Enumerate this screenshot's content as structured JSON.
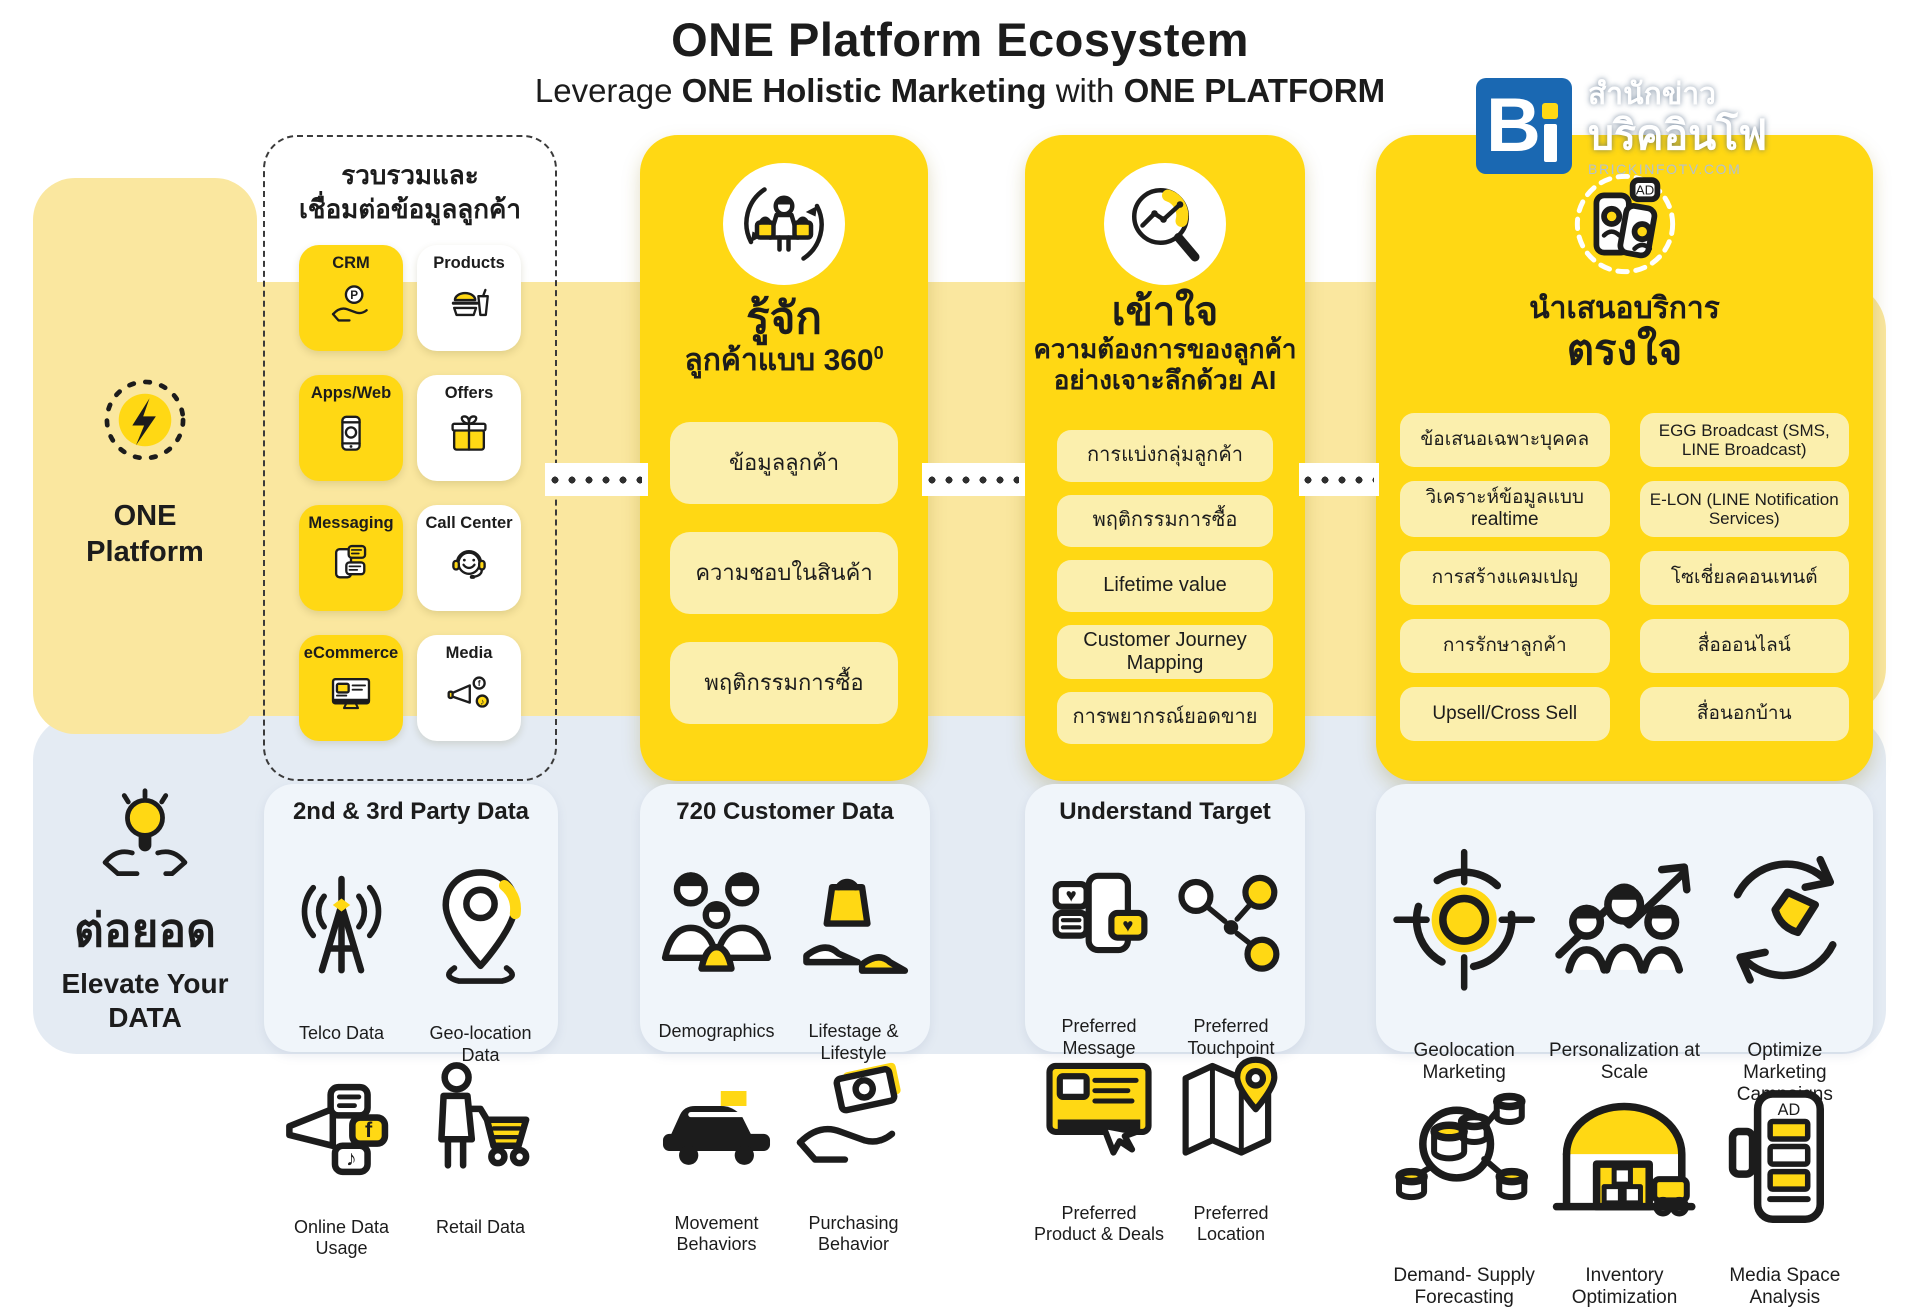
{
  "header": {
    "title": "ONE Platform Ecosystem",
    "sub_1": "Leverage ",
    "sub_2": "ONE Holistic Marketing",
    "sub_3": " with ",
    "sub_4": "ONE PLATFORM"
  },
  "logo": {
    "mark_letter": "B",
    "name_line1": "สำนักข่าว",
    "name_line2": "บริคอินโฟ",
    "site": "BRICKINFOTV.COM"
  },
  "left_panel": {
    "line1": "ONE",
    "line2": "Platform",
    "icon": "lightning-icon"
  },
  "collect_box": {
    "title1": "รวบรวมและ",
    "title2": "เชื่อมต่อข้อมูลลูกค้า",
    "tiles": [
      {
        "label": "CRM",
        "icon": "crm-coin-hand-icon"
      },
      {
        "label": "Products",
        "icon": "burger-drink-icon"
      },
      {
        "label": "Apps/Web",
        "icon": "mobile-app-icon"
      },
      {
        "label": "Offers",
        "icon": "gift-icon"
      },
      {
        "label": "Messaging",
        "icon": "chat-messages-icon"
      },
      {
        "label": "Call Center",
        "icon": "headset-agent-icon"
      },
      {
        "label": "eCommerce",
        "icon": "ecommerce-screen-icon"
      },
      {
        "label": "Media",
        "icon": "media-megaphone-icon"
      }
    ]
  },
  "col_know": {
    "icon": "shopper-360-icon",
    "title": "รู้จัก",
    "subtitle": "ลูกค้าแบบ 360",
    "subtitle_sup": "0",
    "buttons": [
      "ข้อมูลลูกค้า",
      "ความชอบในสินค้า",
      "พฤติกรรมการซื้อ"
    ]
  },
  "col_understand": {
    "icon": "magnifier-chart-icon",
    "title": "เข้าใจ",
    "subtitle1": "ความต้องการของลูกค้า",
    "subtitle2": "อย่างเจาะลึกด้วย AI",
    "buttons": [
      "การแบ่งกลุ่มลูกค้า",
      "พฤติกรรมการซื้อ",
      "Lifetime value",
      "Customer Journey Mapping",
      "การพยากรณ์ยอดขาย"
    ]
  },
  "col_present": {
    "icon": "promo-phone-icon",
    "title": "นำเสนอบริการ",
    "subtitle": "ตรงใจ",
    "buttons_left": [
      "ข้อเสนอเฉพาะบุคคล",
      "วิเคราะห์ข้อมูลแบบ realtime",
      "การสร้างแคมเปญ",
      "การรักษาลูกค้า",
      "Upsell/Cross Sell"
    ],
    "buttons_right": [
      "EGG Broadcast (SMS, LINE Broadcast)",
      "E-LON (LINE Notification Services)",
      "โซเชี่ยลคอนเทนต์",
      "สื่อออนไลน์",
      "สื่อนอกบ้าน"
    ]
  },
  "elevate": {
    "thai": "ต่อยอด",
    "en_line1": "Elevate Your",
    "en_line2": "DATA",
    "icon": "bulb-hands-icon"
  },
  "group_party": {
    "heading": "2nd & 3rd Party Data",
    "items": [
      {
        "label": "Telco Data",
        "icon": "telco-antenna-icon"
      },
      {
        "label": "Geo-location Data",
        "icon": "geo-pin-icon"
      },
      {
        "label": "Online Data Usage",
        "icon": "online-social-icon"
      },
      {
        "label": "Retail Data",
        "icon": "retail-cart-icon"
      }
    ]
  },
  "group_customer": {
    "heading": "720 Customer Data",
    "items": [
      {
        "label": "Demographics",
        "icon": "family-icon"
      },
      {
        "label": "Lifestage & Lifestyle",
        "icon": "lifestage-icon"
      },
      {
        "label": "Movement Behaviors",
        "icon": "movement-car-icon"
      },
      {
        "label": "Purchasing Behavior",
        "icon": "purchasing-icon"
      }
    ]
  },
  "group_target": {
    "heading": "Understand Target",
    "items": [
      {
        "label": "Preferred Message",
        "icon": "preferred-message-icon"
      },
      {
        "label": "Preferred Touchpoint",
        "icon": "touchpoint-icon"
      },
      {
        "label": "Preferred Product & Deals",
        "icon": "product-screen-icon"
      },
      {
        "label": "Preferred Location",
        "icon": "map-pin-icon"
      }
    ]
  },
  "group_activation": {
    "items": [
      {
        "label": "Geolocation Marketing",
        "icon": "target-icon"
      },
      {
        "label": "Personalization at Scale",
        "icon": "people-growth-icon"
      },
      {
        "label": "Optimize Marketing Campaigns",
        "icon": "refresh-icon"
      },
      {
        "label": "Demand- Supply Forecasting",
        "icon": "data-network-icon"
      },
      {
        "label": "Inventory Optimization",
        "icon": "warehouse-truck-icon"
      },
      {
        "label": "Media Space Analysis",
        "icon": "billboard-icon"
      }
    ]
  },
  "colors": {
    "brand_yellow": "#FFD814",
    "pale_yellow": "#FAE79F",
    "button_yellow": "#FBEFAD",
    "panel_blue": "#E4EBF3",
    "card_blue": "#F0F5FA",
    "logo_blue": "#1A68B2"
  }
}
